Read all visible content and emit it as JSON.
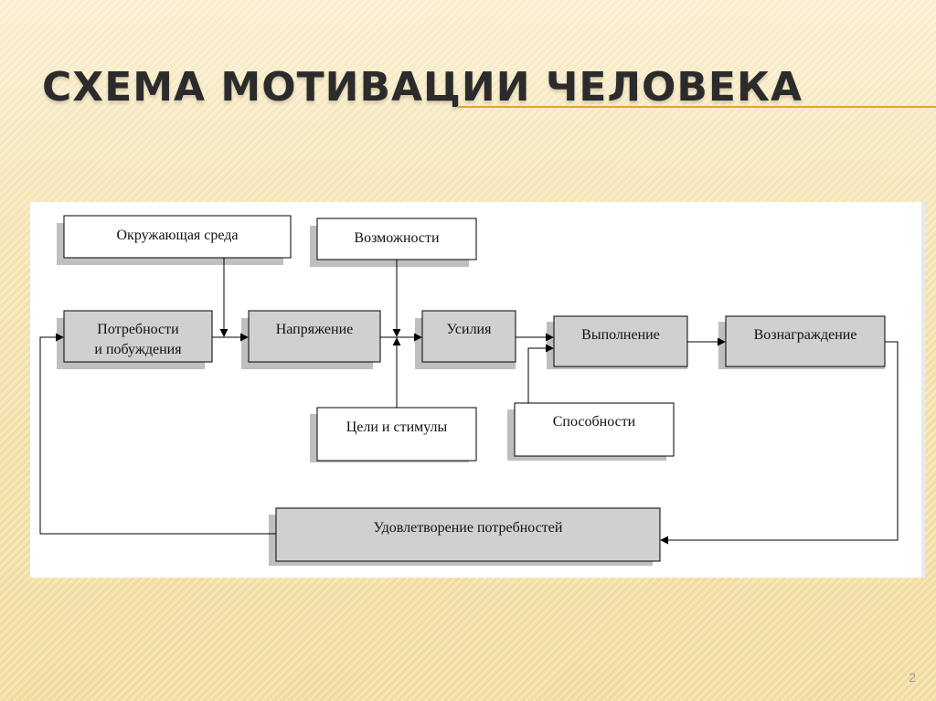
{
  "slide": {
    "title": "СХЕМА МОТИВАЦИИ ЧЕЛОВЕКА",
    "page_number": "2",
    "accent_color": "#e0a43a"
  },
  "diagram": {
    "nodes": {
      "environment": "Окружающая среда",
      "opportunities": "Возможности",
      "needs_line1": "Потребности",
      "needs_line2": "и побуждения",
      "tension": "Напряжение",
      "efforts": "Усилия",
      "performance": "Выполнение",
      "reward": "Вознаграждение",
      "goals": "Цели и стимулы",
      "abilities": "Способности",
      "satisfaction": "Удовлетворение потребностей"
    }
  }
}
